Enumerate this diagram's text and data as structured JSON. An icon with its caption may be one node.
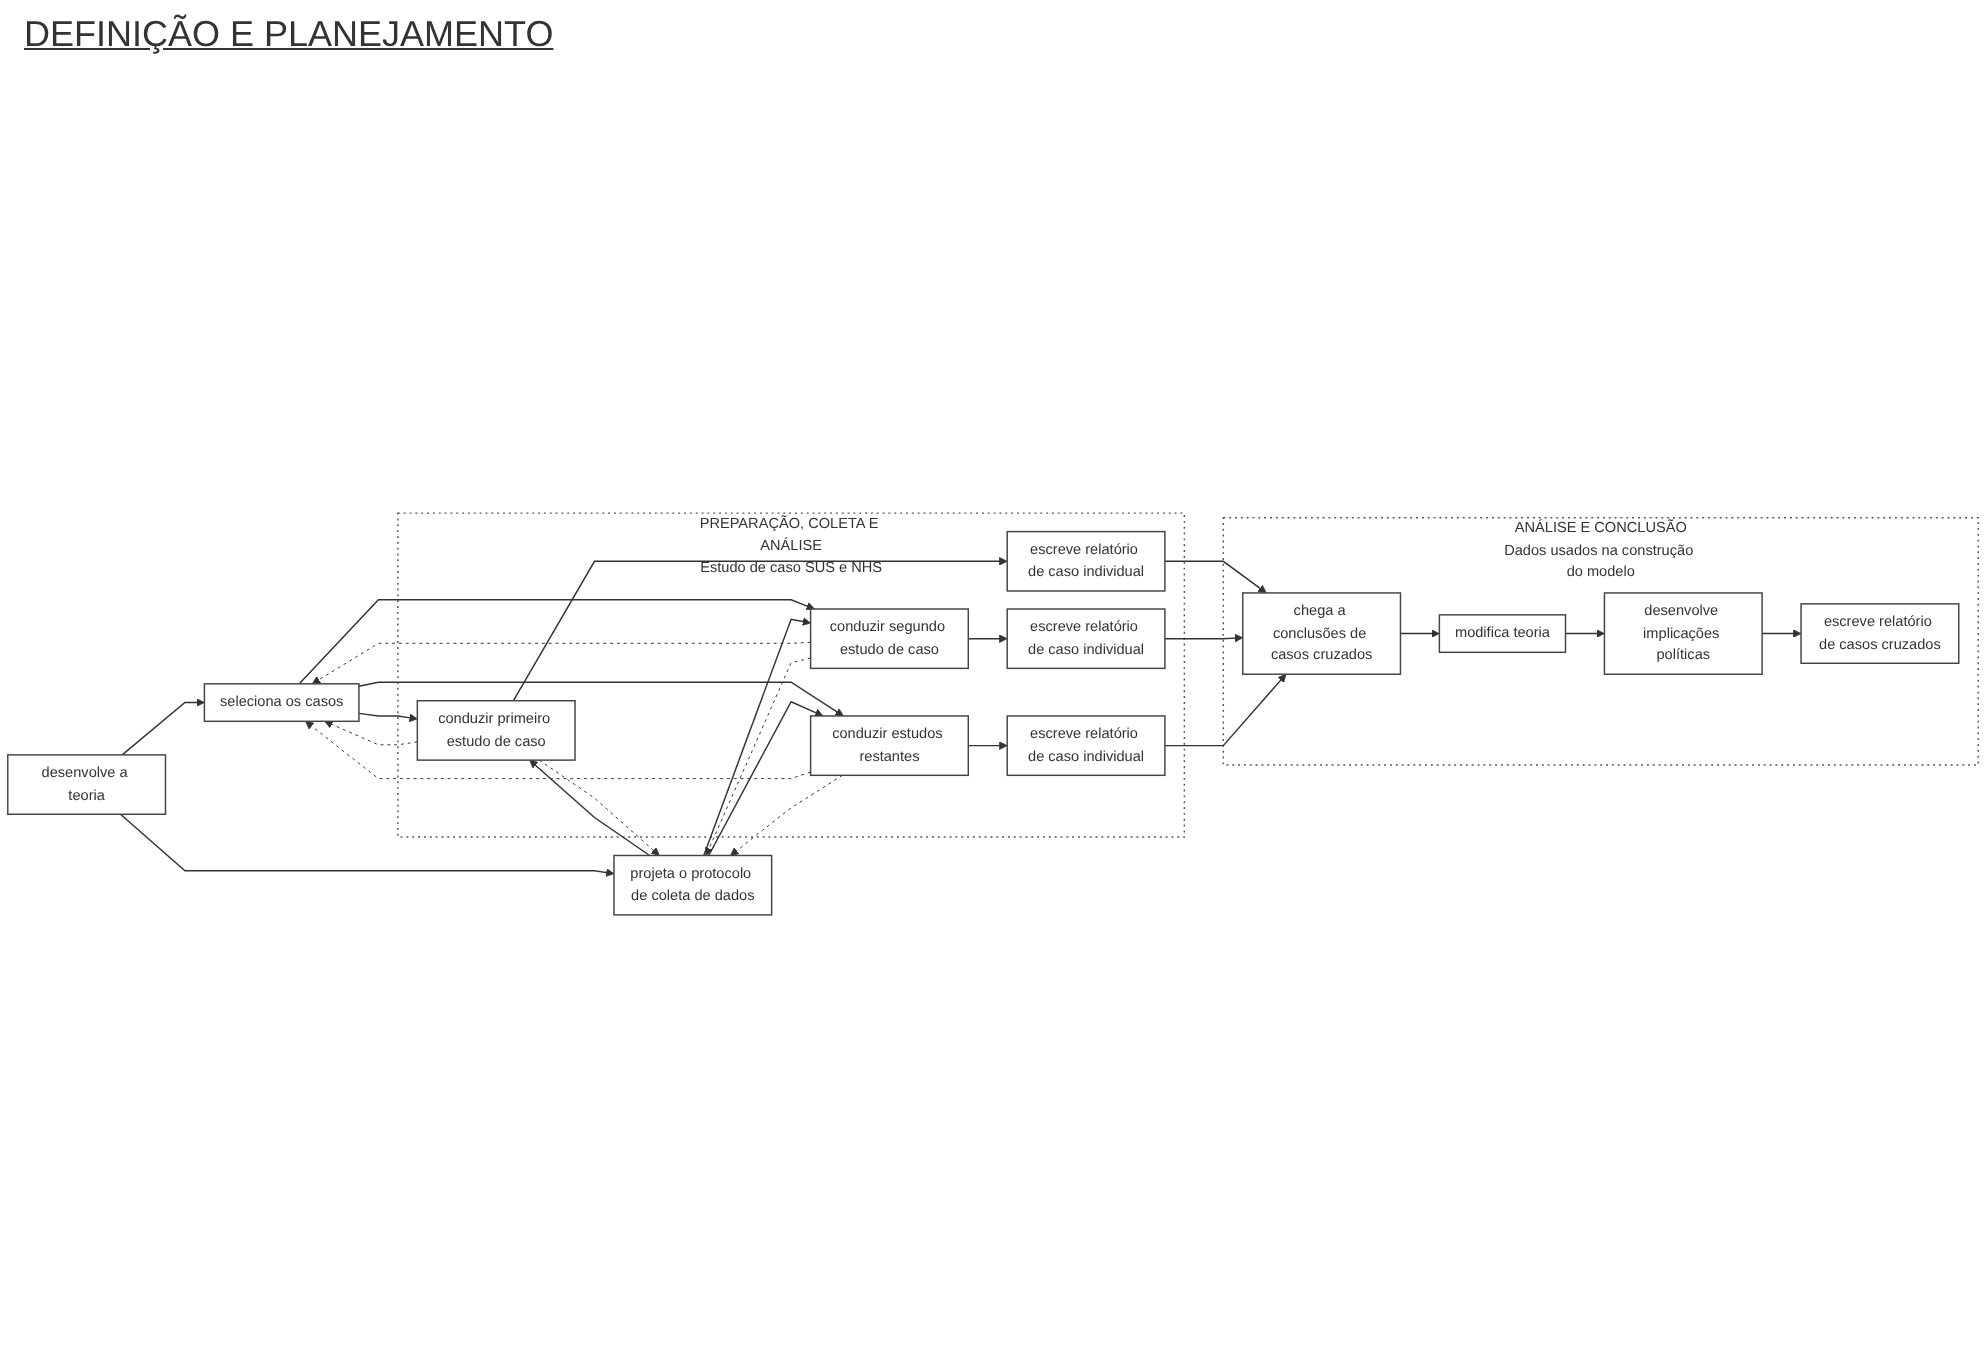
{
  "diagram": {
    "nodes": [
      {
        "text": [
          "desenvolve a teoria"
        ]
      },
      {
        "text": [
          "seleciona os casos"
        ]
      },
      {
        "text": [
          "projeta o protocolo de coleta de dados"
        ]
      },
      {
        "text": [
          "PREPARAÇÃO, COLETA E ANÁLISE",
          "Estudo de caso SUS e NHS"
        ]
      },
      {
        "text": [
          "conduzir primeiro estudo de caso"
        ],
        "in": 3
      },
      {
        "text": [
          "escreve relatório de caso individual"
        ],
        "in": 3
      },
      {
        "text": [
          "conduzir segundo estudo de caso"
        ],
        "in": 3
      },
      {
        "text": [
          "escreve relatório de caso individual"
        ],
        "in": 3
      },
      {
        "text": [
          "conduzir estudos restantes"
        ],
        "in": 3
      },
      {
        "text": [
          "escreve relatório de caso individual"
        ],
        "in": 3
      },
      {
        "text": [
          "ANÁLISE E CONCLUSÃO",
          "Dados usados na construção do modelo"
        ]
      },
      {
        "text": [
          "chega a conclusões de casos cruzados"
        ],
        "in": 10
      },
      {
        "text": [
          "modifica teoria"
        ],
        "in": 10
      },
      {
        "text": [
          "desenvolve implicações políticas"
        ],
        "in": 10
      },
      {
        "text": [
          "escreve relatório de casos cruzados"
        ],
        "in": 10
      }
    ],
    "edges": [
      {
        "from": 0,
        "to": 1,
        "arrow": "to"
      },
      {
        "from": 0,
        "to": 2,
        "arrow": "to"
      },
      {
        "from": 1,
        "to": 4,
        "arrow": "to"
      },
      {
        "from": 1,
        "to": 6,
        "arrow": "to"
      },
      {
        "from": 1,
        "to": 8,
        "arrow": "to"
      },
      {
        "from": 2,
        "to": 4,
        "arrow": "to"
      },
      {
        "from": 2,
        "to": 6,
        "arrow": "to"
      },
      {
        "from": 2,
        "to": 8,
        "arrow": "to"
      },
      {
        "from": 4,
        "to": 5,
        "arrow": "to"
      },
      {
        "from": 6,
        "to": 7,
        "arrow": "to"
      },
      {
        "from": 8,
        "to": 9,
        "arrow": "to"
      },
      {
        "from": 4,
        "to": 1,
        "arrow": "to",
        "style": "dashed"
      },
      {
        "from": 4,
        "to": 2,
        "arrow": "to",
        "style": "dashed"
      },
      {
        "from": 6,
        "to": 1,
        "arrow": "to",
        "style": "dashed"
      },
      {
        "from": 6,
        "to": 2,
        "arrow": "to",
        "style": "dashed"
      },
      {
        "from": 8,
        "to": 1,
        "arrow": "to",
        "style": "dashed"
      },
      {
        "from": 8,
        "to": 2,
        "arrow": "to",
        "style": "dashed"
      },
      {
        "from": 5,
        "to": 11,
        "arrow": "to"
      },
      {
        "from": 7,
        "to": 11,
        "arrow": "to"
      },
      {
        "from": 9,
        "to": 11,
        "arrow": "to"
      },
      {
        "from": 11,
        "to": 12,
        "arrow": "to"
      },
      {
        "from": 12,
        "to": 13,
        "arrow": "to"
      },
      {
        "from": 13,
        "to": 14,
        "arrow": "to"
      }
    ],
    "labels": [
      "DEFINIÇÃO E PLANEJAMENTO"
    ]
  }
}
